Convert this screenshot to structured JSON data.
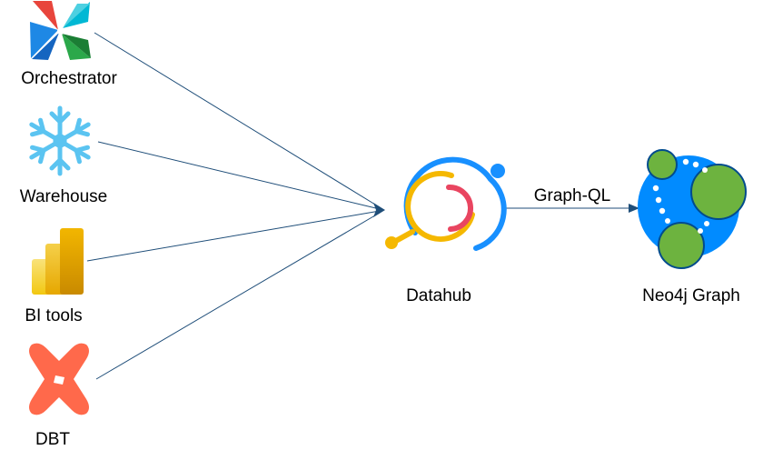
{
  "sources": [
    {
      "id": "orchestrator",
      "label": "Orchestrator",
      "icon": "pinwheel-icon"
    },
    {
      "id": "warehouse",
      "label": "Warehouse",
      "icon": "snowflake-icon"
    },
    {
      "id": "bi-tools",
      "label": "BI tools",
      "icon": "bar-chart-icon"
    },
    {
      "id": "dbt",
      "label": "DBT",
      "icon": "dbt-icon"
    }
  ],
  "hub": {
    "label": "Datahub",
    "icon": "datahub-logo-icon"
  },
  "target": {
    "label": "Neo4j Graph",
    "icon": "neo4j-logo-icon"
  },
  "edge_label": "Graph-QL",
  "colors": {
    "arrow": "#1f4e79",
    "snowflake": "#5bc4f1",
    "pinwheel_red": "#e8453c",
    "pinwheel_blue": "#1e88e5",
    "pinwheel_teal": "#00b8d4",
    "pinwheel_green": "#2ba84a",
    "powerbi_yellow": "#f2c811",
    "dbt_orange": "#ff694b",
    "datahub_blue": "#1890ff",
    "datahub_yellow": "#f5b800",
    "datahub_red": "#e94560",
    "neo4j_blue": "#018bff",
    "neo4j_green": "#6db33f"
  }
}
